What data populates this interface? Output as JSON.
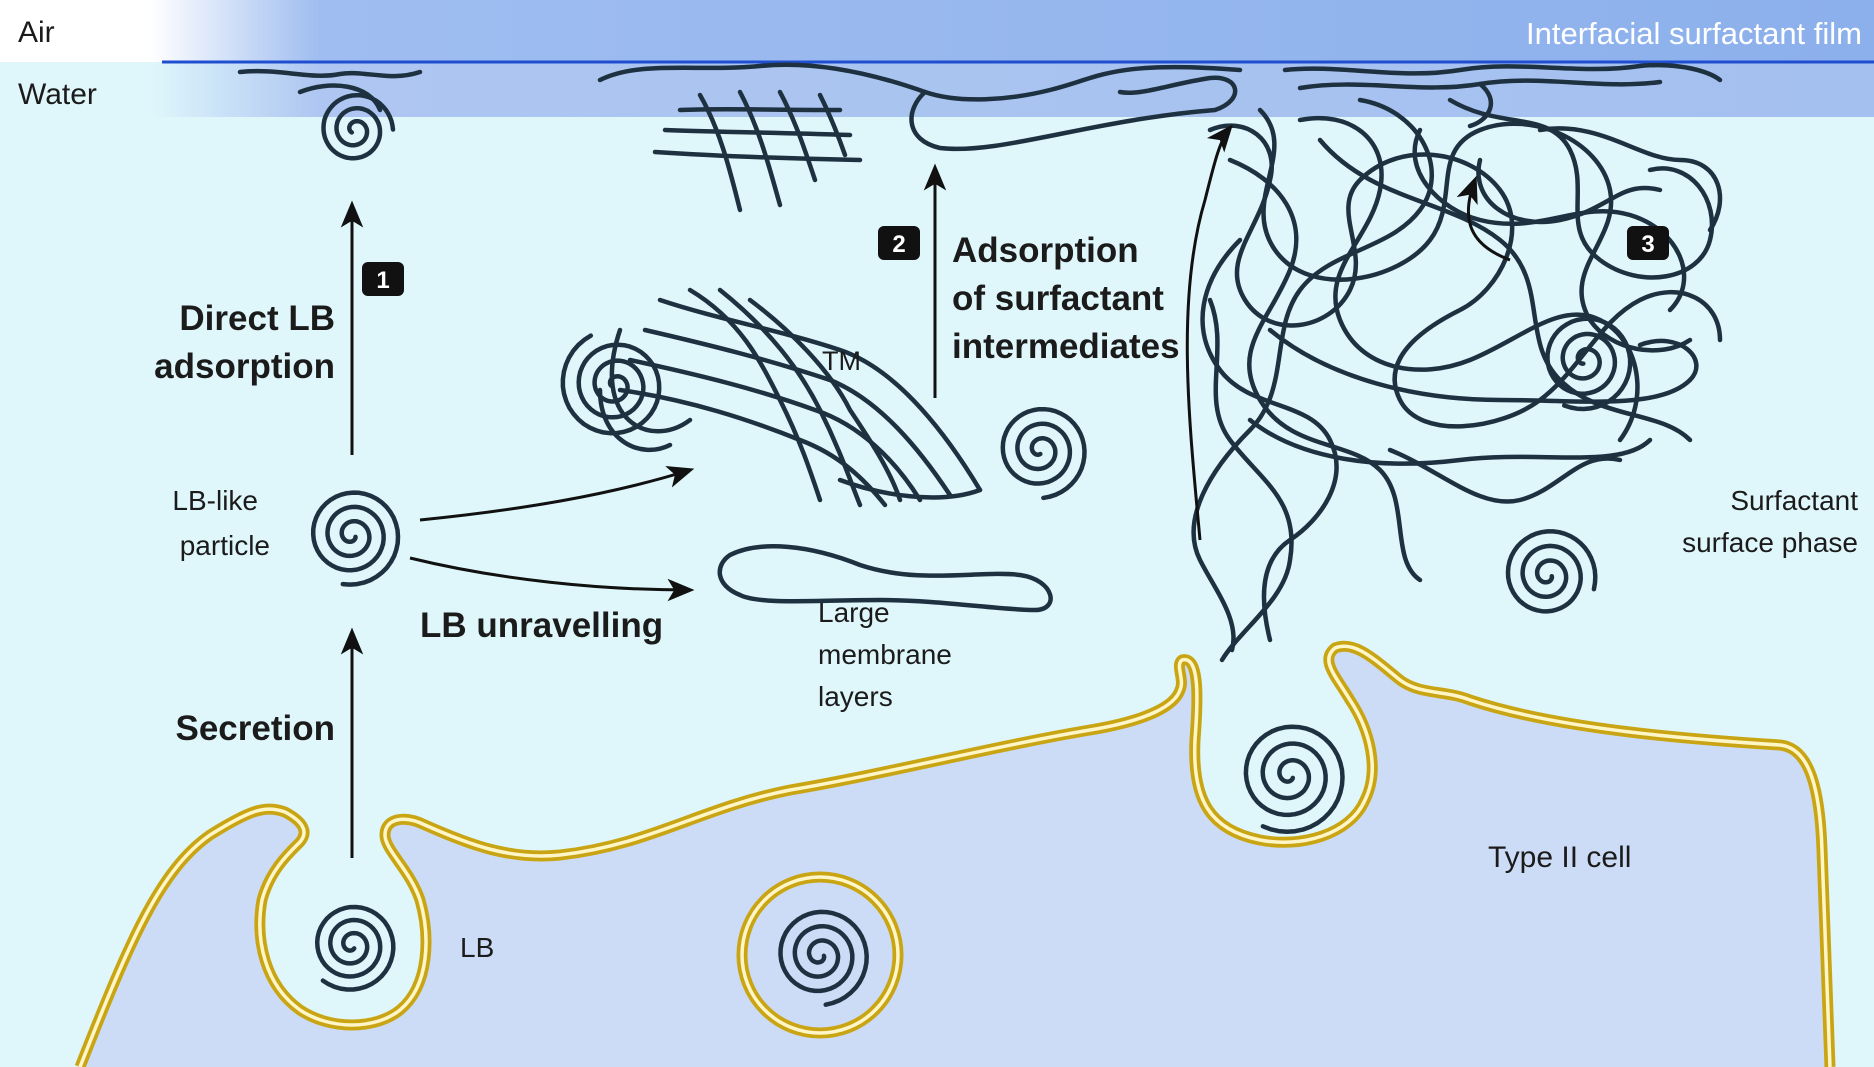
{
  "labels": {
    "air": "Air",
    "water": "Water",
    "film": "Interfacial surfactant film",
    "direct_lb_1": "Direct LB",
    "direct_lb_2": "adsorption",
    "secretion": "Secretion",
    "lb_like_1": "LB-like",
    "lb_like_2": "particle",
    "lb": "LB",
    "lb_unravelling": "LB unravelling",
    "tm": "TM",
    "adsorption_1": "Adsorption",
    "adsorption_2": "of surfactant",
    "adsorption_3": "intermediates",
    "large_1": "Large",
    "large_2": "membrane",
    "large_3": "layers",
    "surface_phase_1": "Surfactant",
    "surface_phase_2": "surface phase",
    "type2": "Type II cell"
  },
  "badges": [
    "1",
    "2",
    "3"
  ],
  "colors": {
    "water": "#dff7fb",
    "air_band": "#8fb1ec",
    "film_band": "#a9c3f0",
    "film_line": "#1f4fd0",
    "cell": "#cddcf6",
    "membrane_gold": "#c9a514",
    "membrane_light": "#fff6c8",
    "lipid": "#1e3140"
  }
}
